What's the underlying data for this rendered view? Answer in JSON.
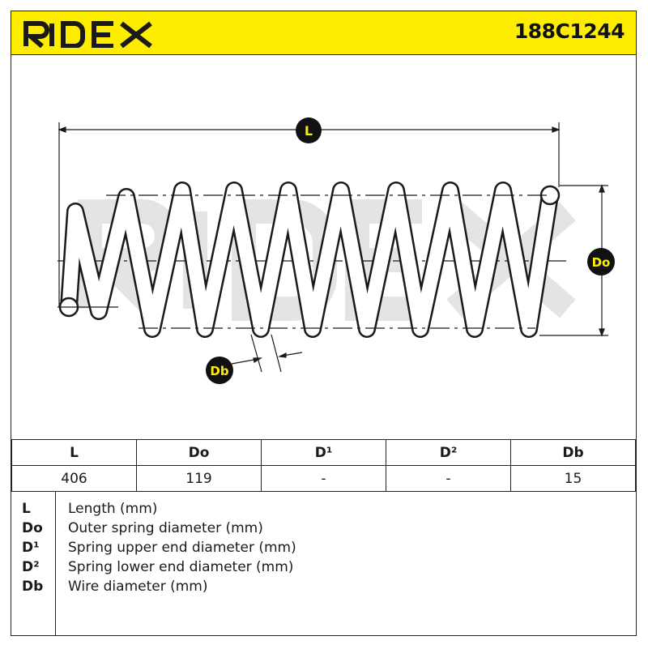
{
  "header": {
    "brand": "RIDEX",
    "part_number": "188C1244"
  },
  "colors": {
    "accent": "#ffed00",
    "line": "#1a1a1a",
    "watermark": "#e4e4e4"
  },
  "diagram": {
    "callouts": {
      "length": "L",
      "outer_diameter": "Do",
      "wire_diameter": "Db"
    }
  },
  "table": {
    "headers": [
      "L",
      "Do",
      "D¹",
      "D²",
      "Db"
    ],
    "values": [
      "406",
      "119",
      "-",
      "-",
      "15"
    ]
  },
  "legend": [
    {
      "code": "L",
      "desc": "Length (mm)"
    },
    {
      "code": "Do",
      "desc": "Outer spring diameter (mm)"
    },
    {
      "code": "D¹",
      "desc": "Spring upper end diameter (mm)"
    },
    {
      "code": "D²",
      "desc": "Spring lower end diameter (mm)"
    },
    {
      "code": "Db",
      "desc": "Wire diameter (mm)"
    }
  ]
}
